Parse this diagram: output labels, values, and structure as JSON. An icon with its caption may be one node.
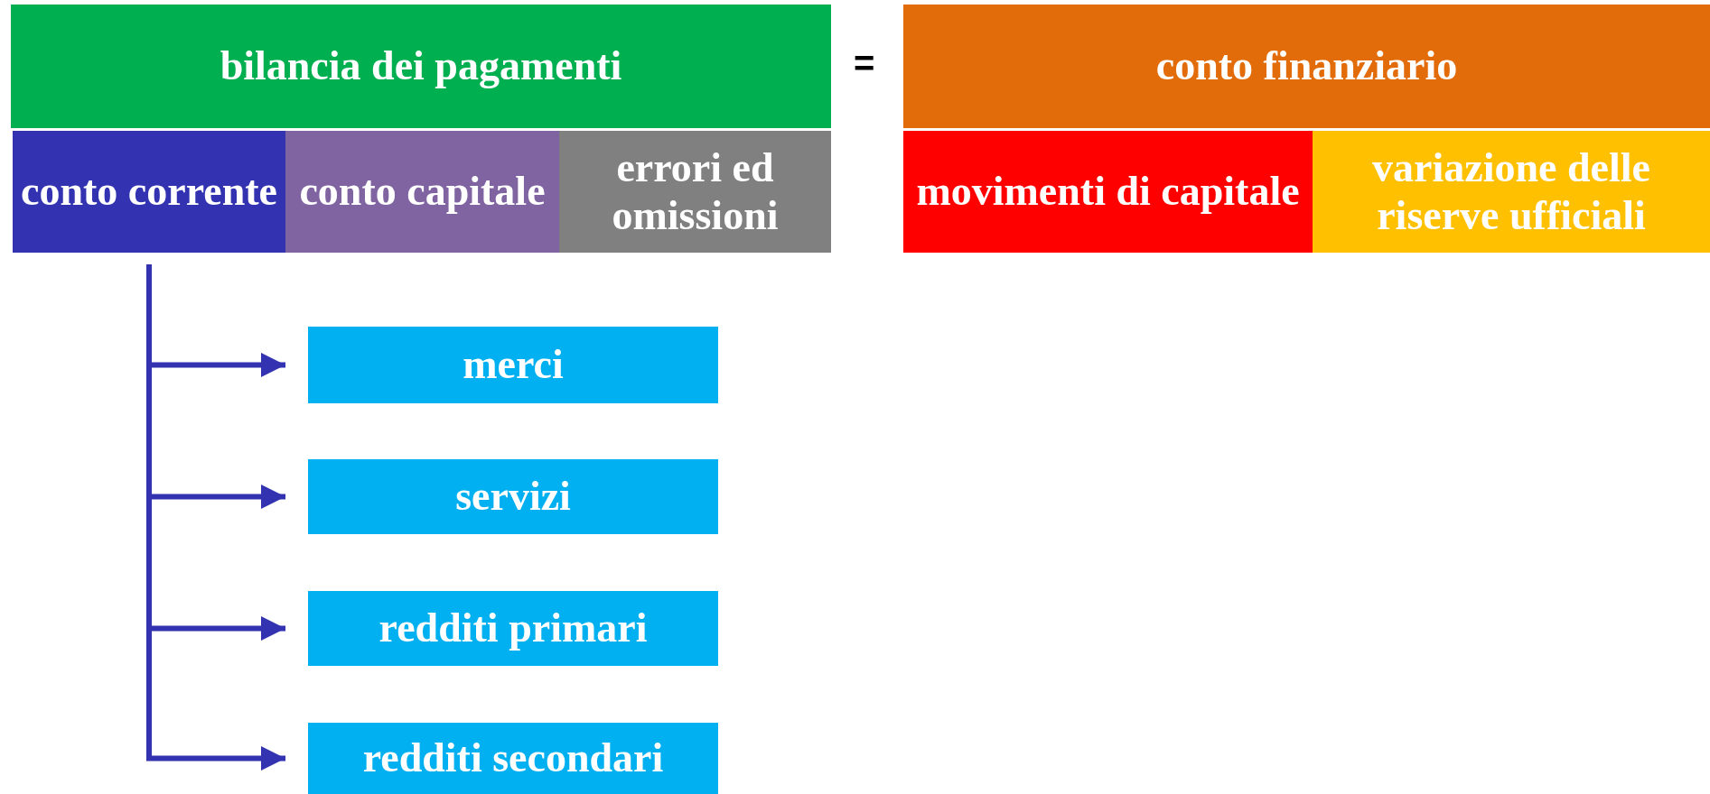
{
  "diagram": {
    "nodes": [
      {
        "text": [
          "bilancia dei pagamenti"
        ]
      },
      {
        "text": [
          "conto corrente"
        ]
      },
      {
        "text": [
          "conto capitale"
        ]
      },
      {
        "text": [
          "errori ed omissioni"
        ]
      },
      {
        "text": [
          "conto finanziario"
        ]
      },
      {
        "text": [
          "movimenti di capitale"
        ]
      },
      {
        "text": [
          "variazione delle riserve ufficiali"
        ]
      },
      {
        "text": [
          "merci"
        ]
      },
      {
        "text": [
          "servizi"
        ]
      },
      {
        "text": [
          "redditi primari"
        ]
      },
      {
        "text": [
          "redditi secondari"
        ]
      }
    ],
    "edges": [
      {
        "from": 1,
        "to": 7,
        "arrow": "to"
      },
      {
        "from": 1,
        "to": 8,
        "arrow": "to"
      },
      {
        "from": 1,
        "to": 9,
        "arrow": "to"
      },
      {
        "from": 1,
        "to": 10,
        "arrow": "to"
      }
    ],
    "labels": [
      "="
    ]
  }
}
